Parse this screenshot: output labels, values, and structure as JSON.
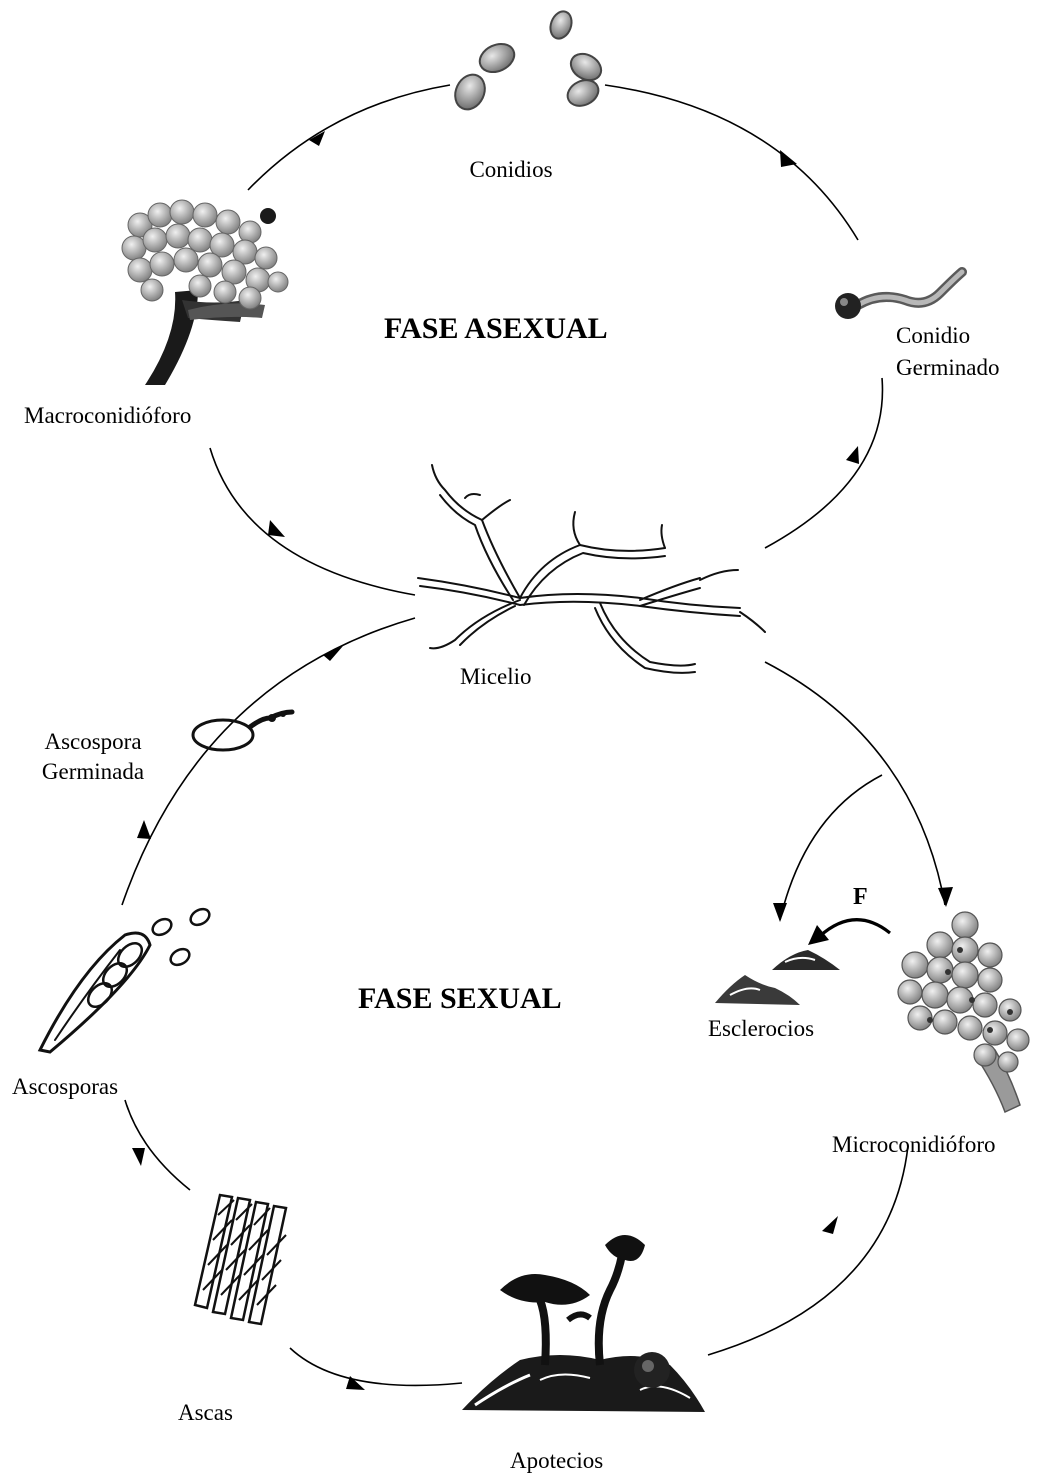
{
  "phases": {
    "asexual": "FASE ASEXUAL",
    "sexual": "FASE SEXUAL"
  },
  "stages": {
    "conidios": "Conidios",
    "conidio_germinado_1": "Conidio",
    "conidio_germinado_2": "Germinado",
    "macroconidioforo": "Macroconidióforo",
    "micelio": "Micelio",
    "ascospora_germinada_1": "Ascospora",
    "ascospora_germinada_2": "Germinada",
    "ascosporas": "Ascosporas",
    "esclerocios": "Esclerocios",
    "microconidioforo": "Microconidióforo",
    "ascas": "Ascas",
    "apotecios": "Apotecios"
  },
  "fertilization_label": "F",
  "icons": [
    "conidia-icon",
    "germinated-conidium-icon",
    "macroconidiophore-icon",
    "mycelium-icon",
    "germinated-ascospore-icon",
    "ascospores-icon",
    "sclerotia-icon",
    "microconidiophore-icon",
    "asci-icon",
    "apothecia-icon"
  ]
}
